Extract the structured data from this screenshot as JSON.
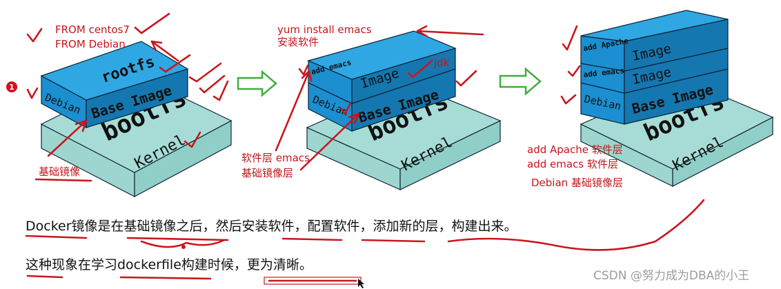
{
  "annotations": {
    "from_centos": "FROM centos7",
    "from_debian": "FROM Debian",
    "base_image_cn": "基础镜像",
    "yum_install": "yum install emacs",
    "install_software": "安装软件",
    "jdk": "jdk",
    "software_layer_emacs": "软件层 emacs",
    "base_image_layer": "基础镜像层",
    "add_apache_layer": "add Apache 软件层",
    "add_emacs_layer": "add emacs 软件层",
    "debian_base_layer": "Debian 基础镜像层",
    "circle_number": "1"
  },
  "diagram1": {
    "rootfs": "rootfs",
    "debian": "Debian",
    "base_image": "Base Image",
    "bootfs": "bootfs",
    "kernel": "Kernel"
  },
  "diagram2": {
    "add_emacs": "add emacs",
    "image": "Image",
    "debian": "Debian",
    "base_image": "Base Image",
    "bootfs": "bootfs",
    "kernel": "Kernel"
  },
  "diagram3": {
    "add_apache": "add Apache",
    "image_top": "Image",
    "add_emacs": "add emacs",
    "image_mid": "Image",
    "debian": "Debian",
    "base_image": "Base Image",
    "bootfs": "bootfs",
    "kernel": "Kernel"
  },
  "body": {
    "line1": "Docker镜像是在基础镜像之后，然后安装软件，配置软件，添加新的层，构建出来。",
    "line2": "这种现象在学习dockerfile构建时候，更为清晰。"
  },
  "watermark": "CSDN @努力成为DBA的小王",
  "colors": {
    "annotation_red": "#c4161c",
    "layer_blue": "#1b8fd0",
    "kernel_teal": "#9ed6cf",
    "arrow_green": "#3fae3a"
  }
}
